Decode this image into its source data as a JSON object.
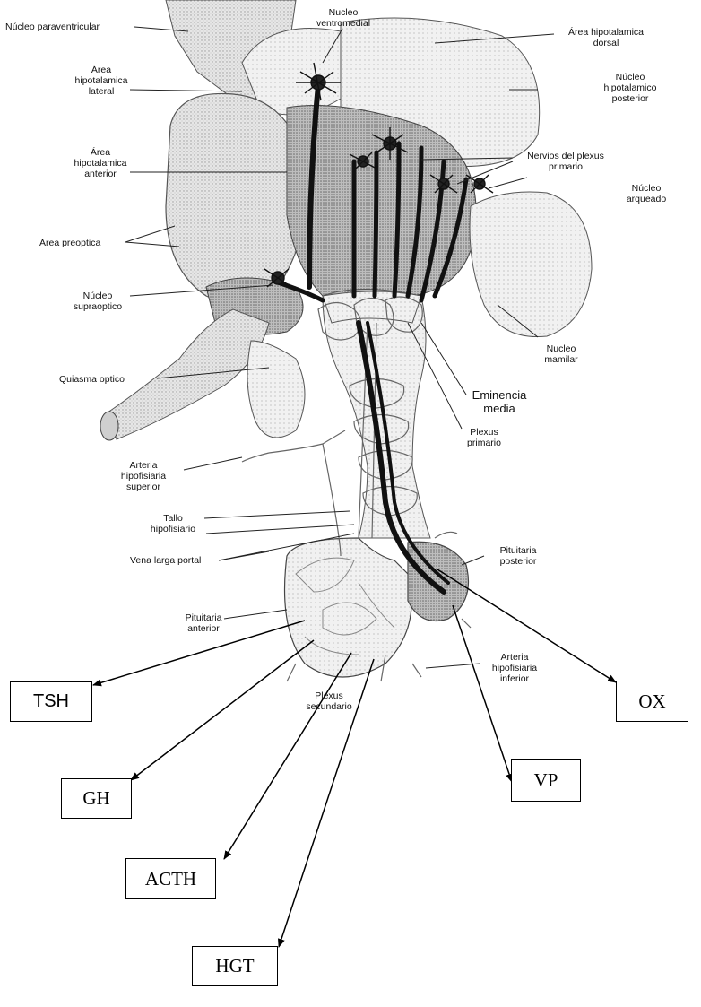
{
  "labels": {
    "nucleo_paraventricular": "Núcleo paraventricular",
    "nucleo_ventromedial": [
      "Nucleo",
      "ventromedial"
    ],
    "area_hipotalamica_dorsal": [
      "Área hipotalamica",
      "dorsal"
    ],
    "area_hipotalamica_lateral": [
      "Área",
      "hipotalamica",
      "lateral"
    ],
    "nucleo_hipotalamico_posterior": [
      "Núcleo",
      "hipotalamico",
      "posterior"
    ],
    "area_hipotalamica_anterior": [
      "Área",
      "hipotalamica",
      "anterior"
    ],
    "nervios_plexus_primario": [
      "Nervios del plexus",
      "primario"
    ],
    "nucleo_arqueado": [
      "Núcleo",
      "arqueado"
    ],
    "area_preoptica": "Area preoptica",
    "nucleo_supraoptico": [
      "Núcleo",
      "supraoptico"
    ],
    "nucleo_mamilar": [
      "Nucleo",
      "mamilar"
    ],
    "quiasma_optico": "Quiasma optico",
    "eminencia_media": [
      "Eminencia",
      "media"
    ],
    "plexus_primario": [
      "Plexus",
      "primario"
    ],
    "arteria_hipofisiaria_superior": [
      "Arteria",
      "hipofisiaria",
      "superior"
    ],
    "tallo_hipofisiario": [
      "Tallo",
      "hipofisiario"
    ],
    "vena_larga_portal": "Vena larga portal",
    "pituitaria_posterior": [
      "Pituitaria",
      "posterior"
    ],
    "pituitaria_anterior": [
      "Pituitaria",
      "anterior"
    ],
    "arteria_hipofisiaria_inferior": [
      "Arteria",
      "hipofisiaria",
      "inferior"
    ],
    "plexus_secundario": [
      "Plexus",
      "secundario"
    ]
  },
  "hormones": {
    "tsh": "TSH",
    "gh": "GH",
    "acth": "ACTH",
    "hgt": "HGT",
    "vp": "VP",
    "ox": "OX"
  }
}
